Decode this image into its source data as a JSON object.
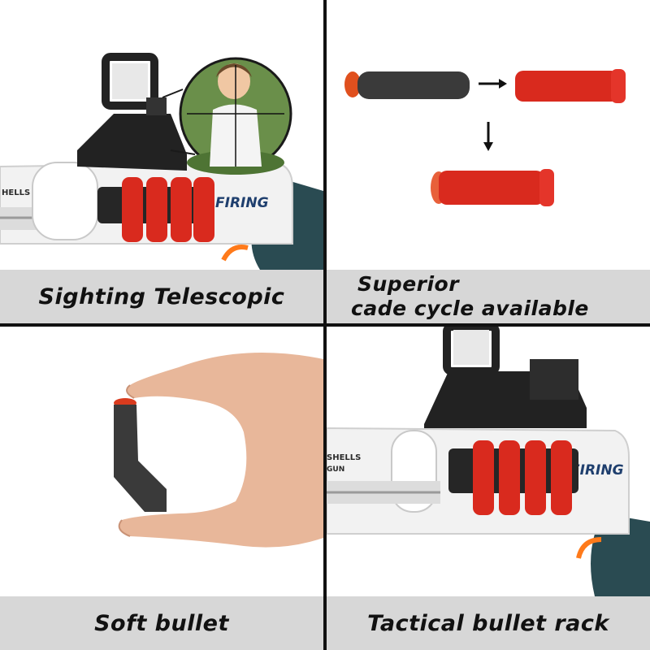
{
  "panels": [
    {
      "caption": "Sighting Telescopic",
      "gun_text": "FIRING",
      "shells_text": "HELLS"
    },
    {
      "caption_line1": "Superior",
      "caption_line2": "cade cycle available"
    },
    {
      "caption": "Soft bullet"
    },
    {
      "caption": "Tactical bullet rack",
      "gun_text": "FIRING",
      "shells_text": "SHELLS",
      "gun_sub_text": "GUN"
    }
  ],
  "colors": {
    "divider": "#111111",
    "caption_bg": "#d7d7d7",
    "shell_red": "#d92a1e",
    "foam_gray": "#3a3a3a",
    "gun_white": "#f2f2f2",
    "gun_teal": "#2a4b52",
    "scope_black": "#222222"
  },
  "icons": [
    "arrow-right-icon",
    "arrow-down-icon"
  ]
}
